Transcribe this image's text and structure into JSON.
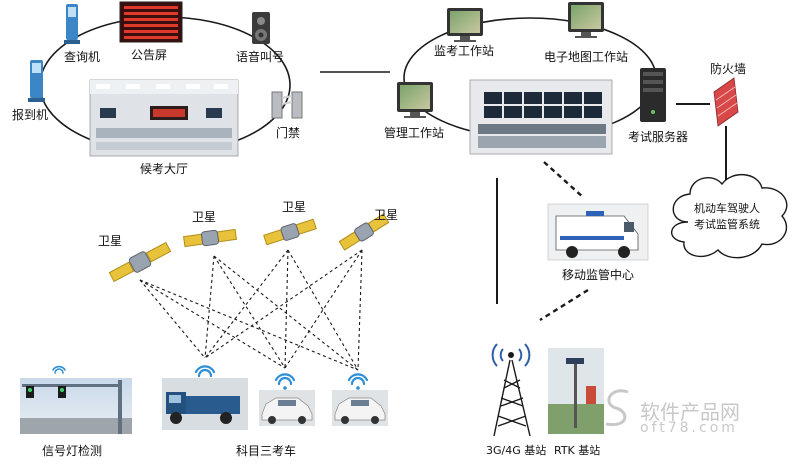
{
  "labels": {
    "query_kiosk": "查询机",
    "notice_screen": "公告屏",
    "voice_call": "语音叫号",
    "checkin_kiosk": "报到机",
    "gate": "门禁",
    "waiting_hall": "候考大厅",
    "monitor_station": "监考工作站",
    "emap_station": "电子地图工作站",
    "firewall": "防火墙",
    "mgmt_station": "管理工作站",
    "exam_server": "考试服务器",
    "cloud_text": [
      "机动车驾驶人",
      "考试监管系统"
    ],
    "mobile_center": "移动监管中心",
    "satellite": "卫星",
    "signal_detect": "信号灯检测",
    "exam_cars": "科目三考车",
    "base_3g4g": "3G/4G 基站",
    "base_rtk": "RTK 基站"
  },
  "watermark": {
    "line1": "软件产品网",
    "line2": "oft78.com"
  },
  "colors": {
    "line": "#1a1a1a",
    "satellite_panel": "#e8c23a",
    "satellite_body": "#9aa3b0",
    "wifi": "#2f8fd6",
    "kiosk_blue": "#3d86c6",
    "firewall_red": "#d84848",
    "server_black": "#2b2b2b",
    "watermark": "#c8c8c8"
  }
}
